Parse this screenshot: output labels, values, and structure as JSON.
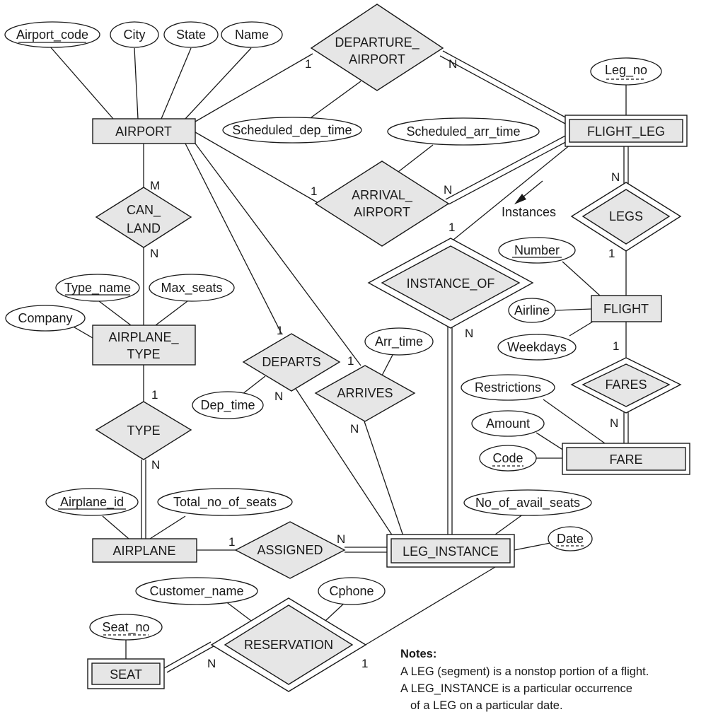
{
  "entities": {
    "airport": "AIRPORT",
    "flight_leg": "FLIGHT_LEG",
    "airplane_type": [
      "AIRPLANE_",
      "TYPE"
    ],
    "flight": "FLIGHT",
    "fare": "FARE",
    "airplane": "AIRPLANE",
    "leg_instance": "LEG_INSTANCE",
    "seat": "SEAT"
  },
  "relationships": {
    "departure_airport": [
      "DEPARTURE_",
      "AIRPORT"
    ],
    "arrival_airport": [
      "ARRIVAL_",
      "AIRPORT"
    ],
    "can_land": [
      "CAN_",
      "LAND"
    ],
    "legs": "LEGS",
    "instance_of": "INSTANCE_OF",
    "fares": "FARES",
    "departs": "DEPARTS",
    "arrives": "ARRIVES",
    "type": "TYPE",
    "assigned": "ASSIGNED",
    "reservation": "RESERVATION"
  },
  "attributes": {
    "airport_code": "Airport_code",
    "city": "City",
    "state": "State",
    "name": "Name",
    "leg_no": "Leg_no",
    "scheduled_dep_time": "Scheduled_dep_time",
    "scheduled_arr_time": "Scheduled_arr_time",
    "number": "Number",
    "airline": "Airline",
    "weekdays": "Weekdays",
    "type_name": "Type_name",
    "max_seats": "Max_seats",
    "company": "Company",
    "arr_time": "Arr_time",
    "dep_time": "Dep_time",
    "restrictions": "Restrictions",
    "amount": "Amount",
    "code": "Code",
    "airplane_id": "Airplane_id",
    "total_no_of_seats": "Total_no_of_seats",
    "no_of_avail_seats": "No_of_avail_seats",
    "date": "Date",
    "customer_name": "Customer_name",
    "cphone": "Cphone",
    "seat_no": "Seat_no"
  },
  "cardinalities": {
    "dep_airport_side": "1",
    "dep_flightleg_side": "N",
    "arr_airport_side": "1",
    "arr_flightleg_side": "N",
    "canland_airport": "M",
    "canland_type": "N",
    "legs_flightleg": "N",
    "legs_flight": "1",
    "instanceof_flightleg": "1",
    "instanceof_leginstance": "N",
    "fares_flight": "1",
    "fares_fare": "N",
    "departs_airport": "1",
    "departs_leginstance": "N",
    "arrives_airport": "1",
    "arrives_leginstance": "N",
    "type_airplanetype": "1",
    "type_airplane": "N",
    "assigned_airplane": "1",
    "assigned_leginstance": "N",
    "reservation_seat": "N",
    "reservation_leginstance": "1"
  },
  "instances_label": "Instances",
  "notes": {
    "heading": "Notes:",
    "line1": "A LEG (segment) is a nonstop portion of a flight.",
    "line2": "A LEG_INSTANCE is a particular occurrence",
    "line3": "of a LEG on a particular date."
  }
}
